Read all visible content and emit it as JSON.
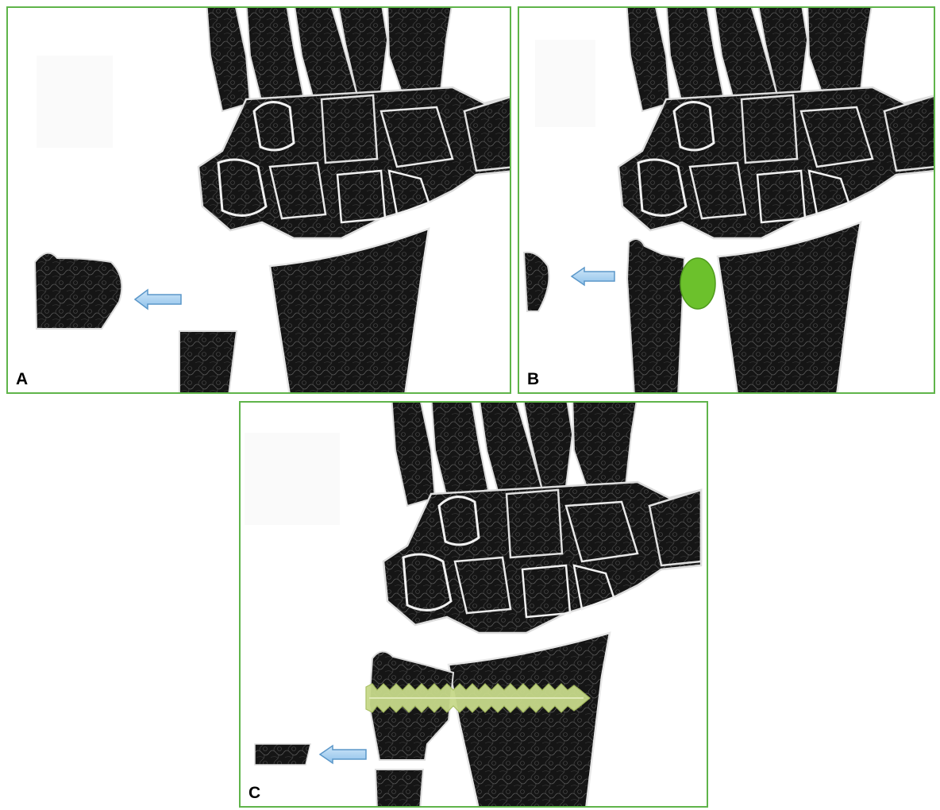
{
  "figure": {
    "panels": [
      {
        "label": "A"
      },
      {
        "label": "B"
      },
      {
        "label": "C"
      }
    ],
    "colors": {
      "panel_border": "#5fb44a",
      "bone_fill": "#161616",
      "bone_edge": "#e8e8e8",
      "arrow_fill": "#a9d3f1",
      "arrow_edge": "#5b97c9",
      "graft": "#6cc12c",
      "screw": "#c7d98a"
    },
    "icons": [
      "arrow-left-icon",
      "bone-graft-ellipse",
      "bone-screw"
    ]
  }
}
